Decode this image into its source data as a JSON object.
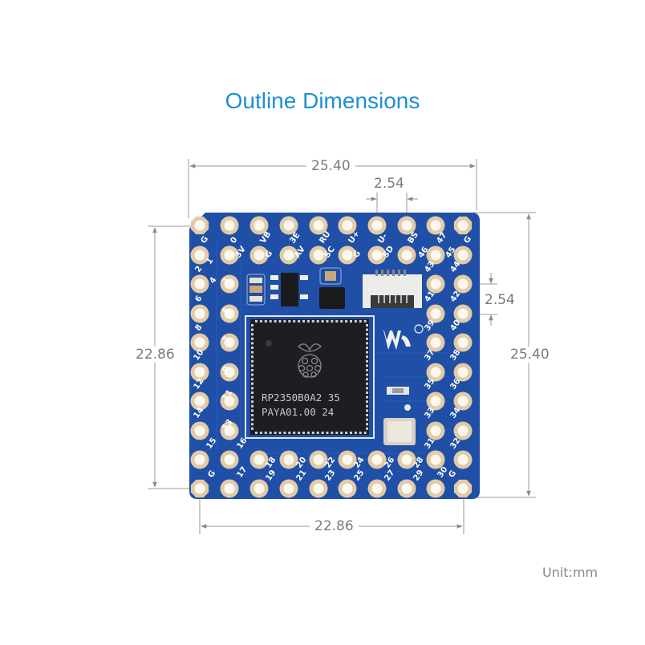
{
  "title": "Outline Dimensions",
  "unit": "Unit:mm",
  "dimensions": {
    "top_width": "25.40",
    "pin_pitch_top": "2.54",
    "pin_pitch_right": "2.54",
    "right_height": "25.40",
    "left_height": "22.86",
    "bottom_width": "22.86"
  },
  "board": {
    "chip_line1": "RP2350B0A2 35",
    "chip_line2": "PAYA01.00  24",
    "colors": {
      "pcb": "#1f4fa6",
      "pad": "#e8d3b0",
      "chip": "#1e1e22",
      "title": "#1e8fd1",
      "dim_line": "#8a8a8a"
    },
    "top_row_labels": [
      "G",
      "0",
      "VB",
      "3E",
      "RU",
      "U+",
      "U-",
      "BS",
      "47",
      "G"
    ],
    "second_row_labels": [
      "1",
      "3V",
      "G",
      "AV",
      "SC",
      "G",
      "SD",
      "46",
      "45"
    ],
    "left_labels": [
      "2",
      "4",
      "3",
      "6",
      "5",
      "8",
      "7",
      "10",
      "9",
      "12",
      "11",
      "14",
      "13",
      "15",
      "16",
      "G",
      "17"
    ],
    "right_labels": [
      "43",
      "44",
      "41",
      "42",
      "39",
      "40",
      "37",
      "38",
      "35",
      "36",
      "33",
      "34",
      "31",
      "32",
      "30",
      "G"
    ],
    "bottom_labels": [
      "18",
      "19",
      "20",
      "21",
      "22",
      "23",
      "24",
      "25",
      "26",
      "27",
      "28",
      "29"
    ]
  }
}
